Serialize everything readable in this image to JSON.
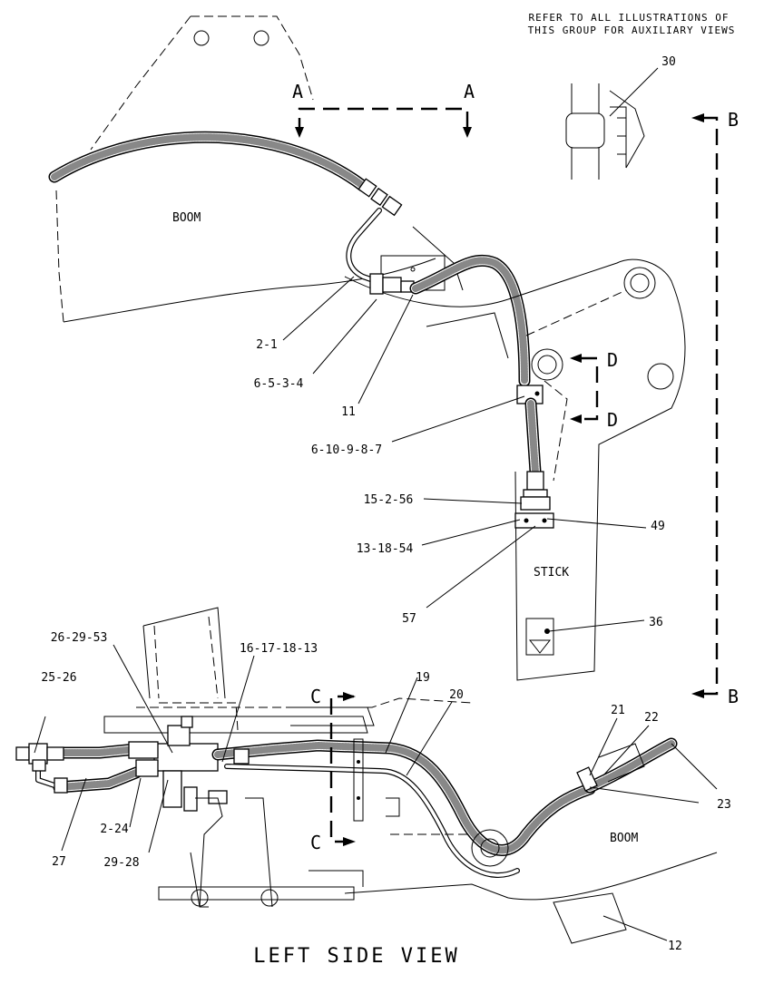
{
  "note": {
    "line1": "REFER TO ALL ILLUSTRATIONS OF",
    "line2": "THIS GROUP FOR AUXILIARY VIEWS"
  },
  "title": "LEFT SIDE VIEW",
  "section_markers": {
    "a_left": "A",
    "a_right": "A",
    "b_top": "B",
    "b_bottom": "B",
    "c_top": "C",
    "c_bottom": "C",
    "d_top": "D",
    "d_bottom": "D"
  },
  "component_labels": {
    "boom_upper": "BOOM",
    "boom_lower": "BOOM",
    "stick": "STICK"
  },
  "callouts": {
    "c30": "30",
    "c2_1": "2-1",
    "c6_5_3_4": "6-5-3-4",
    "c11": "11",
    "c6_10_9_8_7": "6-10-9-8-7",
    "c15_2_56": "15-2-56",
    "c49": "49",
    "c13_18_54": "13-18-54",
    "c57": "57",
    "c36": "36",
    "c26_29_53": "26-29-53",
    "c16_17_18_13": "16-17-18-13",
    "c25_26": "25-26",
    "c19": "19",
    "c20": "20",
    "c21": "21",
    "c22": "22",
    "c23": "23",
    "c2_24": "2-24",
    "c27": "27",
    "c29_28": "29-28",
    "c12": "12"
  }
}
